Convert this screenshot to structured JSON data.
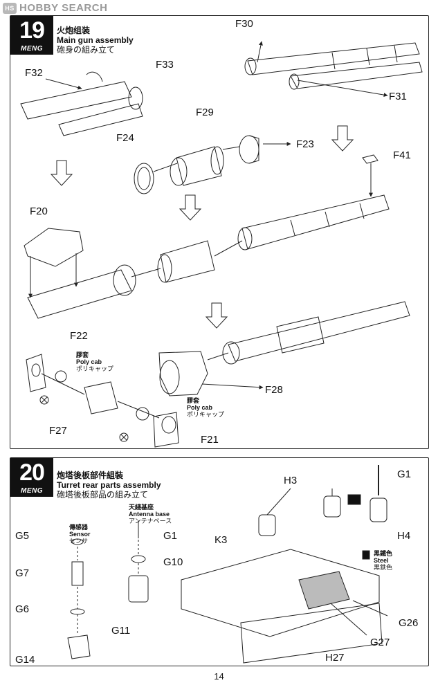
{
  "watermark": {
    "text": "HOBBY SEARCH",
    "logo_text": "HS"
  },
  "step19": {
    "number": "19",
    "brand": "MENG",
    "title_cn": "火炮组装",
    "title_en": "Main gun assembly",
    "title_jp": "砲身の組み立て",
    "labels": {
      "f30": "F30",
      "f32": "F32",
      "f33": "F33",
      "f31": "F31",
      "f29": "F29",
      "f24": "F24",
      "f23": "F23",
      "f41": "F41",
      "f20": "F20",
      "f22": "F22",
      "f28": "F28",
      "f27": "F27",
      "f21": "F21"
    },
    "polycap_top": {
      "cn": "膠套",
      "en": "Poly cab",
      "jp": "ポリキャップ"
    },
    "polycap_bottom": {
      "cn": "膠套",
      "en": "Poly cab",
      "jp": "ポリキャップ"
    }
  },
  "step20": {
    "number": "20",
    "brand": "MENG",
    "title_cn": "炮塔後板部件組裝",
    "title_en": "Turret rear parts assembly",
    "title_jp": "砲塔後板部品の組み立て",
    "labels": {
      "g5": "G5",
      "g7": "G7",
      "g6": "G6",
      "g14": "G14",
      "g1a": "G1",
      "g10": "G10",
      "g11": "G11",
      "h3": "H3",
      "g1b": "G1",
      "h4": "H4",
      "k3": "K3",
      "g26": "G26",
      "g27": "G27",
      "h27": "H27"
    },
    "sensor": {
      "cn": "傳感器",
      "en": "Sensor",
      "jp": "センサ"
    },
    "antenna": {
      "cn": "天綫基座",
      "en": "Antenna base",
      "jp": "アンテナベース"
    },
    "steel": {
      "cn": "黑鐵色",
      "en": "Steel",
      "jp": "黒鉄色"
    }
  },
  "page_number": "14"
}
